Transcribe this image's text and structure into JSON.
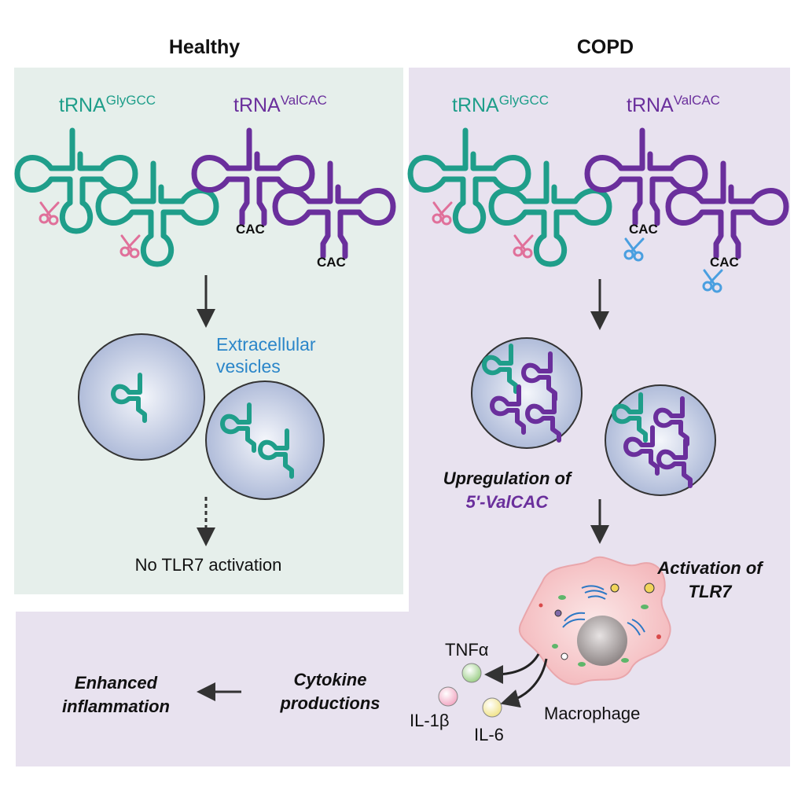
{
  "panels": {
    "healthy": {
      "title": "Healthy",
      "trna_gly": {
        "base": "tRNA",
        "sup": "GlyGCC"
      },
      "trna_val": {
        "base": "tRNA",
        "sup": "ValCAC"
      },
      "anticodon": "CAC",
      "vesicle_label": "Extracellular vesicles",
      "outcome": "No TLR7 activation"
    },
    "copd": {
      "title": "COPD",
      "trna_gly": {
        "base": "tRNA",
        "sup": "GlyGCC"
      },
      "trna_val": {
        "base": "tRNA",
        "sup": "ValCAC"
      },
      "anticodon": "CAC",
      "upregulation": "Upregulation of",
      "fragment": "5'-ValCAC",
      "activation": "Activation of TLR7"
    }
  },
  "bottom": {
    "cytokines": [
      {
        "label": "TNFα",
        "color": "#9ed08a"
      },
      {
        "label": "IL-1β",
        "color": "#f2a9c4"
      },
      {
        "label": "IL-6",
        "color": "#f1e38a"
      }
    ],
    "macrophage": "Macrophage",
    "cytokine_productions": "Cytokine productions",
    "enhanced": "Enhanced inflammation"
  },
  "colors": {
    "teal": "#1f9e8a",
    "purple": "#6a2f9c",
    "healthy_bg": "#e6efeb",
    "copd_bg": "#e8e2ef",
    "scissor_pink": "#e0709a",
    "scissor_blue": "#4a9fe0"
  }
}
